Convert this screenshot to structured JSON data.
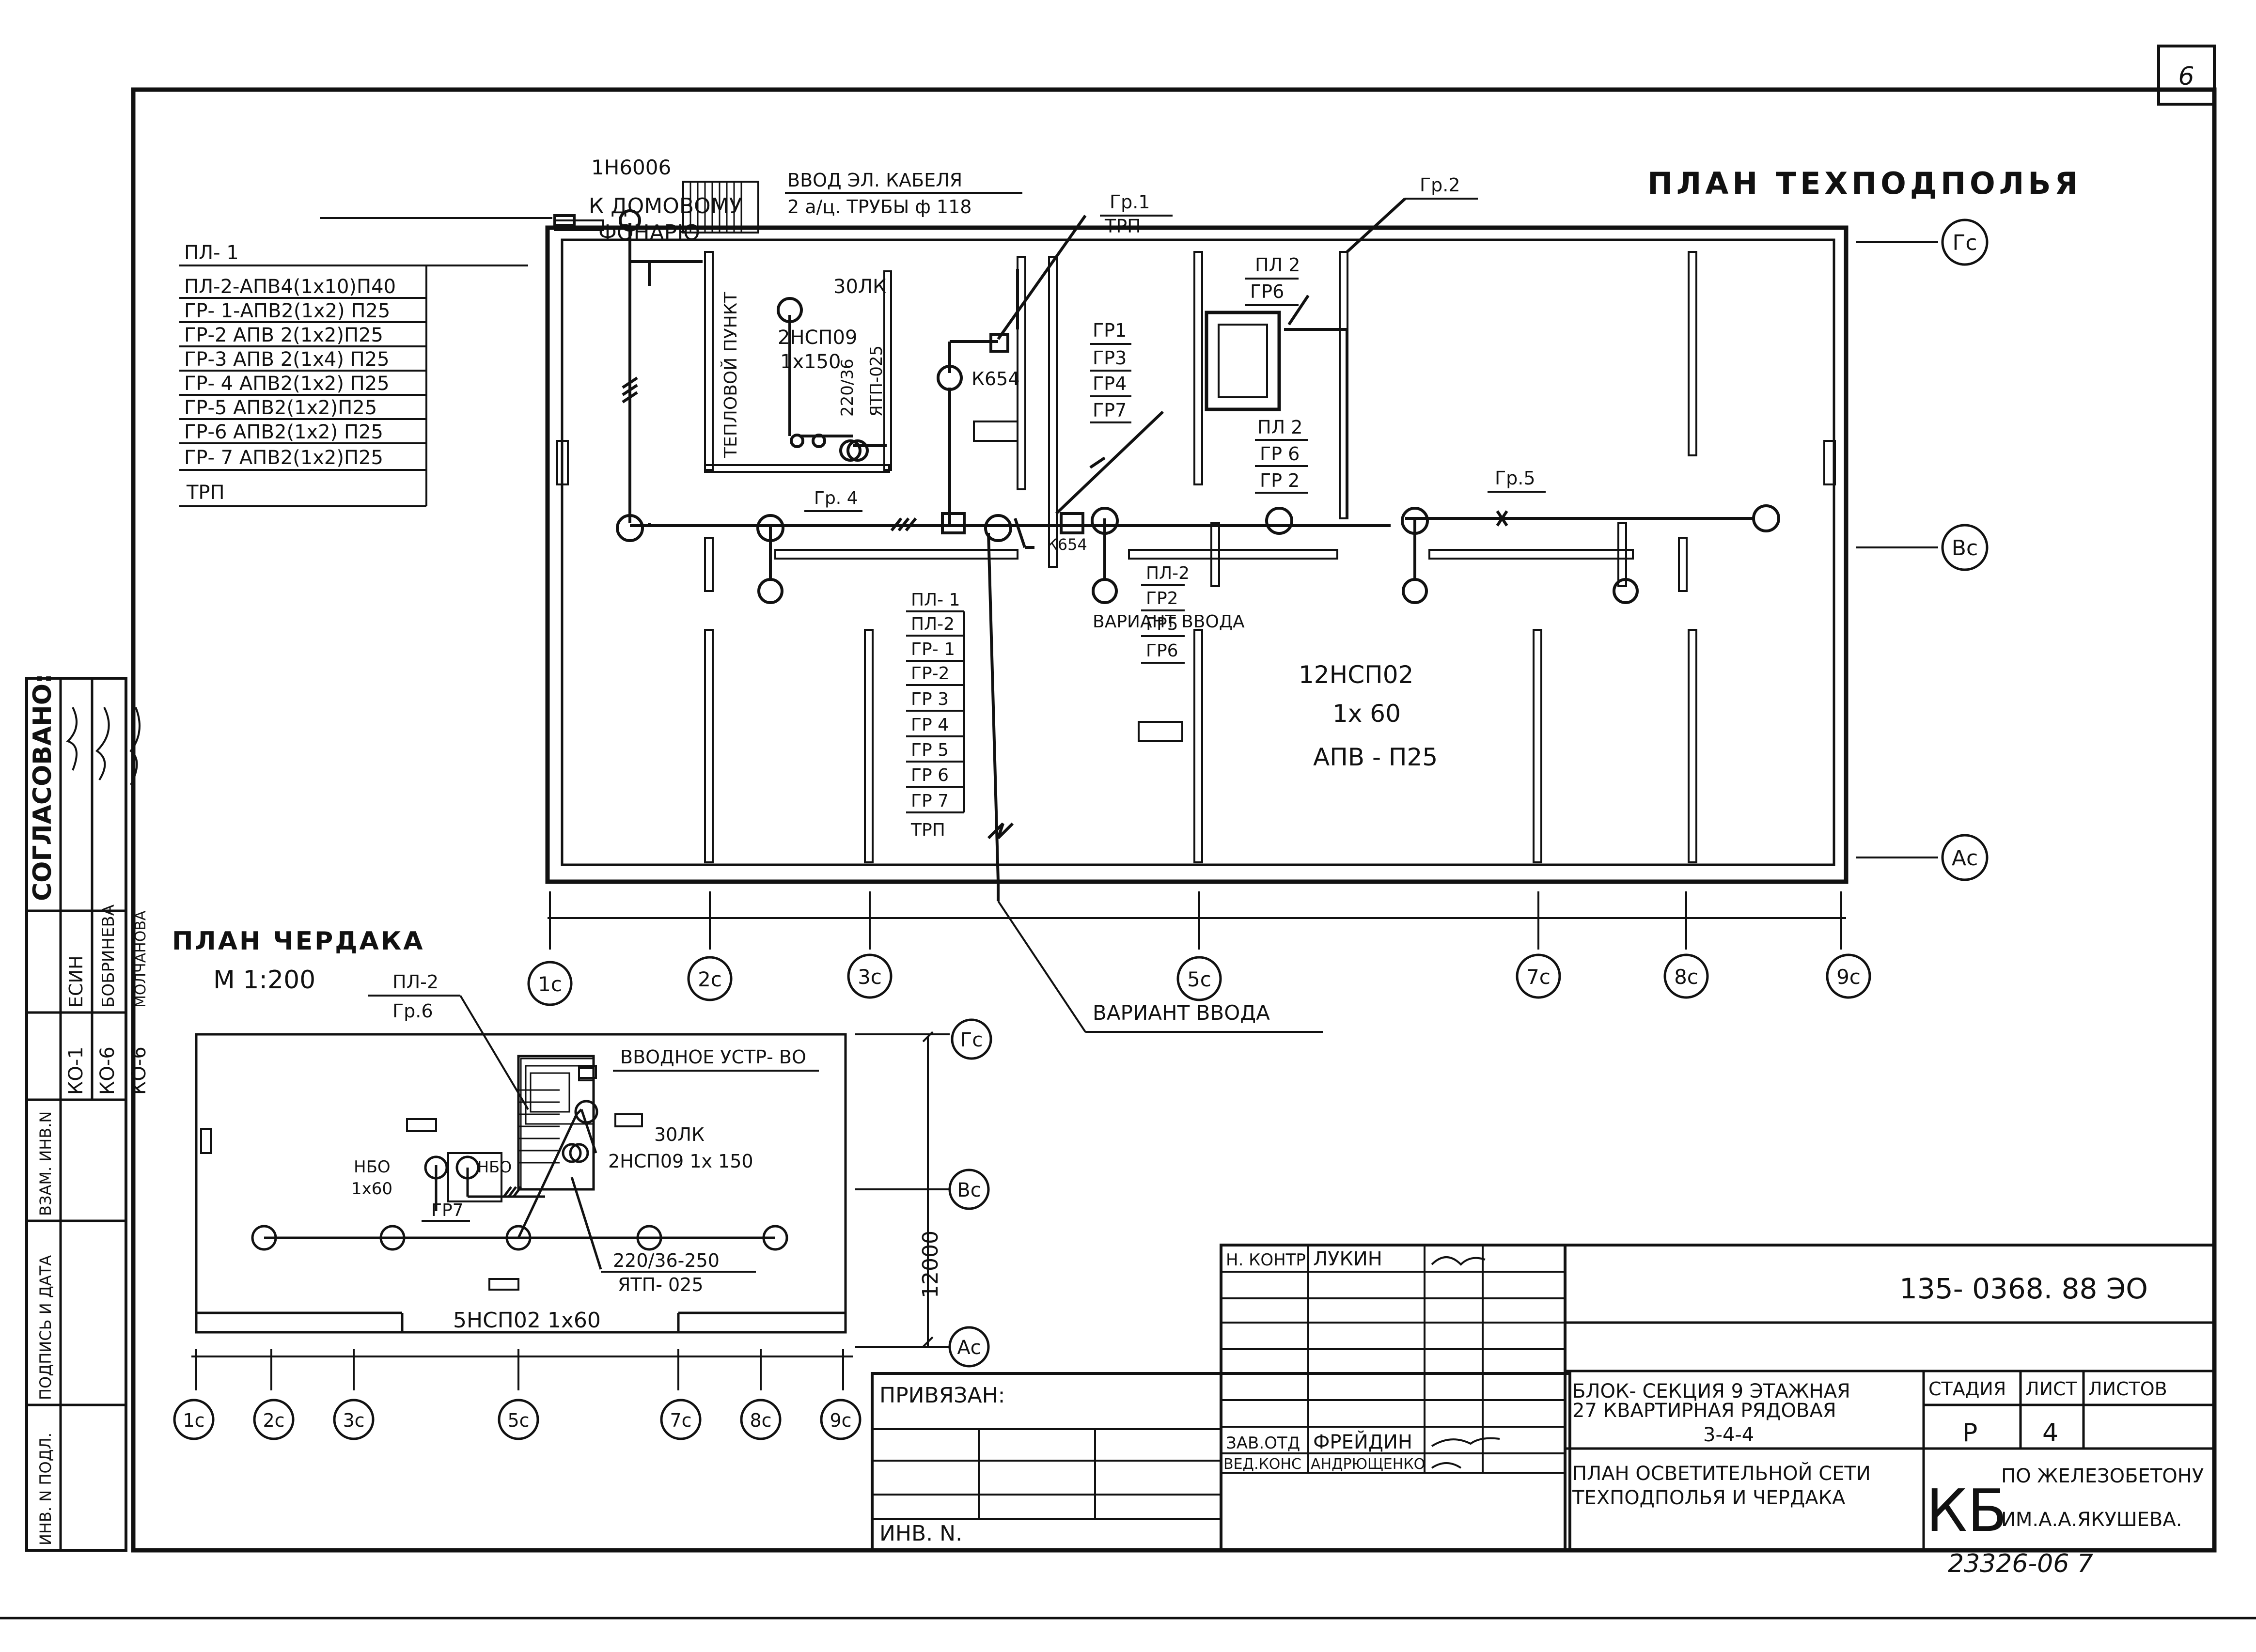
{
  "sheet": {
    "page_number": "6",
    "bottom_code": "23326-06  7"
  },
  "plan_tech": {
    "title": "ПЛАН ТЕХПОДПОЛЬЯ",
    "lamp_note": {
      "l1": "12НСП02",
      "l2": "1х 60",
      "l3": "АПВ - П25"
    },
    "house_lamp": {
      "l1": "К ДОМОВОМУ",
      "l2": "ФОНАРЮ"
    },
    "lamp_top": "1Н6006",
    "cable_entry": {
      "l1": "ВВОД ЭЛ. КАБЕЛЯ",
      "l2": "2 а/ц. ТРУБЫ ф 118"
    },
    "heat_unit": "ТЕПЛОВОЙ ПУНКТ",
    "heat_lamps": {
      "l1": "30ЛК",
      "l2": "2НСП09",
      "l3": "1х150"
    },
    "transformer": {
      "l1": "220/36",
      "l2": "ЯТП-025"
    },
    "box_k654": "К654",
    "box_k654_2": "К654",
    "entry_variant": "ВАРИАНТ ВВОДА",
    "group_labels": {
      "gr1": "Гр.1",
      "gr1_sub": "ТРП",
      "gr2": "Гр.2",
      "gr4": "Гр. 4",
      "gr5": "Гр.5"
    },
    "pl_table": [
      "ПЛ- 1",
      "ПЛ-2-АПВ4(1х10)П40",
      "ГР- 1-АПВ2(1х2) П25",
      "ГР-2 АПВ 2(1х2)П25",
      "ГР-3 АПВ 2(1х4) П25",
      "ГР- 4 АПВ2(1х2) П25",
      "ГР-5 АПВ2(1х2)П25",
      "ГР-6 АПВ2(1х2) П25",
      "ГР- 7 АПВ2(1х2)П25",
      "ТРП"
    ],
    "riser_list_a": [
      "ГР1",
      "ГР3",
      "ГР4",
      "ГР7"
    ],
    "riser_list_b": [
      "ПЛ 2",
      "ГР6"
    ],
    "riser_list_c": [
      "ПЛ 2",
      "ГР 6",
      "ГР 2"
    ],
    "riser_list_d": [
      "ПЛ-2",
      "ГР2",
      "ГР5",
      "ГР6"
    ],
    "riser_list_e": [
      "ПЛ- 1",
      "ПЛ-2",
      "ГР- 1",
      "ГР-2",
      "ГР 3",
      "ГР 4",
      "ГР 5",
      "ГР 6",
      "ГР 7",
      "ТРП"
    ],
    "axes_v": [
      "Гс",
      "Вс",
      "Ас"
    ],
    "axes_h": [
      "1с",
      "2с",
      "3с",
      "5с",
      "7с",
      "8с",
      "9с"
    ]
  },
  "plan_attic": {
    "title": "ПЛАН ЧЕРДАКА",
    "scale": "М 1:200",
    "pl_label": {
      "l1": "ПЛ-2",
      "l2": "Гр.6"
    },
    "input_device": "ВВОДНОЕ УСТР- ВО",
    "lamps": {
      "l1": "30ЛК",
      "l2": "2НСП09   1х 150"
    },
    "nbo_left": {
      "l1": "НБО",
      "l2": "1х60"
    },
    "nbo_mid": "НБО",
    "gr7": "ГР7",
    "transformer": {
      "l1": "220/36-250",
      "l2": "ЯТП- 025"
    },
    "main_lamps": "5НСП02  1х60",
    "dimension": "12000",
    "axes_v": [
      "Гс",
      "Вс",
      "Ас"
    ],
    "axes_h": [
      "1с",
      "2с",
      "3с",
      "5с",
      "7с",
      "8с",
      "9с"
    ]
  },
  "side_stamp": {
    "title": "СОГЛАСОВАНО:",
    "rows": [
      {
        "code": "КО-1",
        "name": "ЕСИН"
      },
      {
        "code": "КО-6",
        "name": "БОБРИНЕВА"
      },
      {
        "code": "КО-6",
        "name": "МОЛЧАНОВА"
      }
    ],
    "cells": [
      "ВЗАМ. ИНВ.N",
      "ПОДПИСЬ И ДАТА",
      "ИНВ. N ПОДЛ."
    ]
  },
  "title_block": {
    "bound_label": "ПРИВЯЗАН:",
    "inv_label": "ИНВ. N.",
    "doc_code": "135- 0368. 88  ЭО",
    "block_title": {
      "l1": "БЛОК- СЕКЦИЯ 9 ЭТАЖНАЯ",
      "l2": "27 КВАРТИРНАЯ  РЯДОВАЯ",
      "l3": "3-4-4"
    },
    "sheet_title": {
      "l1": "ПЛАН ОСВЕТИТЕЛЬНОЙ СЕТИ",
      "l2": "ТЕХПОДПОЛЬЯ  И  ЧЕРДАКА"
    },
    "stage_h": "СТАДИЯ",
    "sheet_h": "ЛИСТ",
    "sheets_h": "ЛИСТОВ",
    "stage": "Р",
    "sheet": "4",
    "org_mark": "КБ",
    "org": {
      "l1": "ПО ЖЕЛЕЗОБЕТОНУ",
      "l2": "ИМ.А.А.ЯКУШЕВА."
    },
    "people": [
      {
        "role": "Н. КОНТР.",
        "name": "ЛУКИН"
      },
      {
        "role": "ЗАВ.ОТД",
        "name": "ФРЕЙДИН"
      },
      {
        "role": "ВЕД.КОНС",
        "name": "АНДРЮЩЕНКО"
      }
    ]
  }
}
